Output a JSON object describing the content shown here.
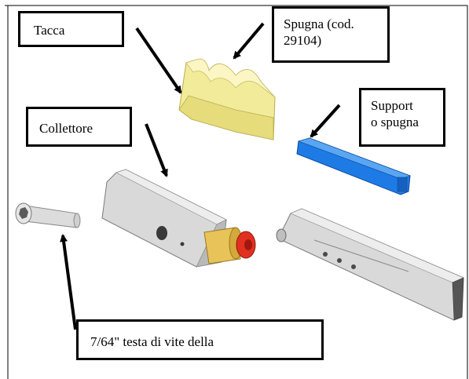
{
  "callouts": {
    "tacca": "Tacca",
    "spugna_line1": "Spugna (cod.",
    "spugna_line2": "29104)",
    "supporto_line1": "Support",
    "supporto_line2": "o spugna",
    "collettore": "Collettore",
    "vite": "7/64\" testa di vite della"
  },
  "parts": {
    "sponge_color": "#F2EC9A",
    "support_color": "#1E7BE6",
    "collector_color": "#D9D9D9",
    "nozzle_gold": "#E8C35A",
    "nozzle_red": "#E23020",
    "screw_color": "#DCDCDC"
  }
}
